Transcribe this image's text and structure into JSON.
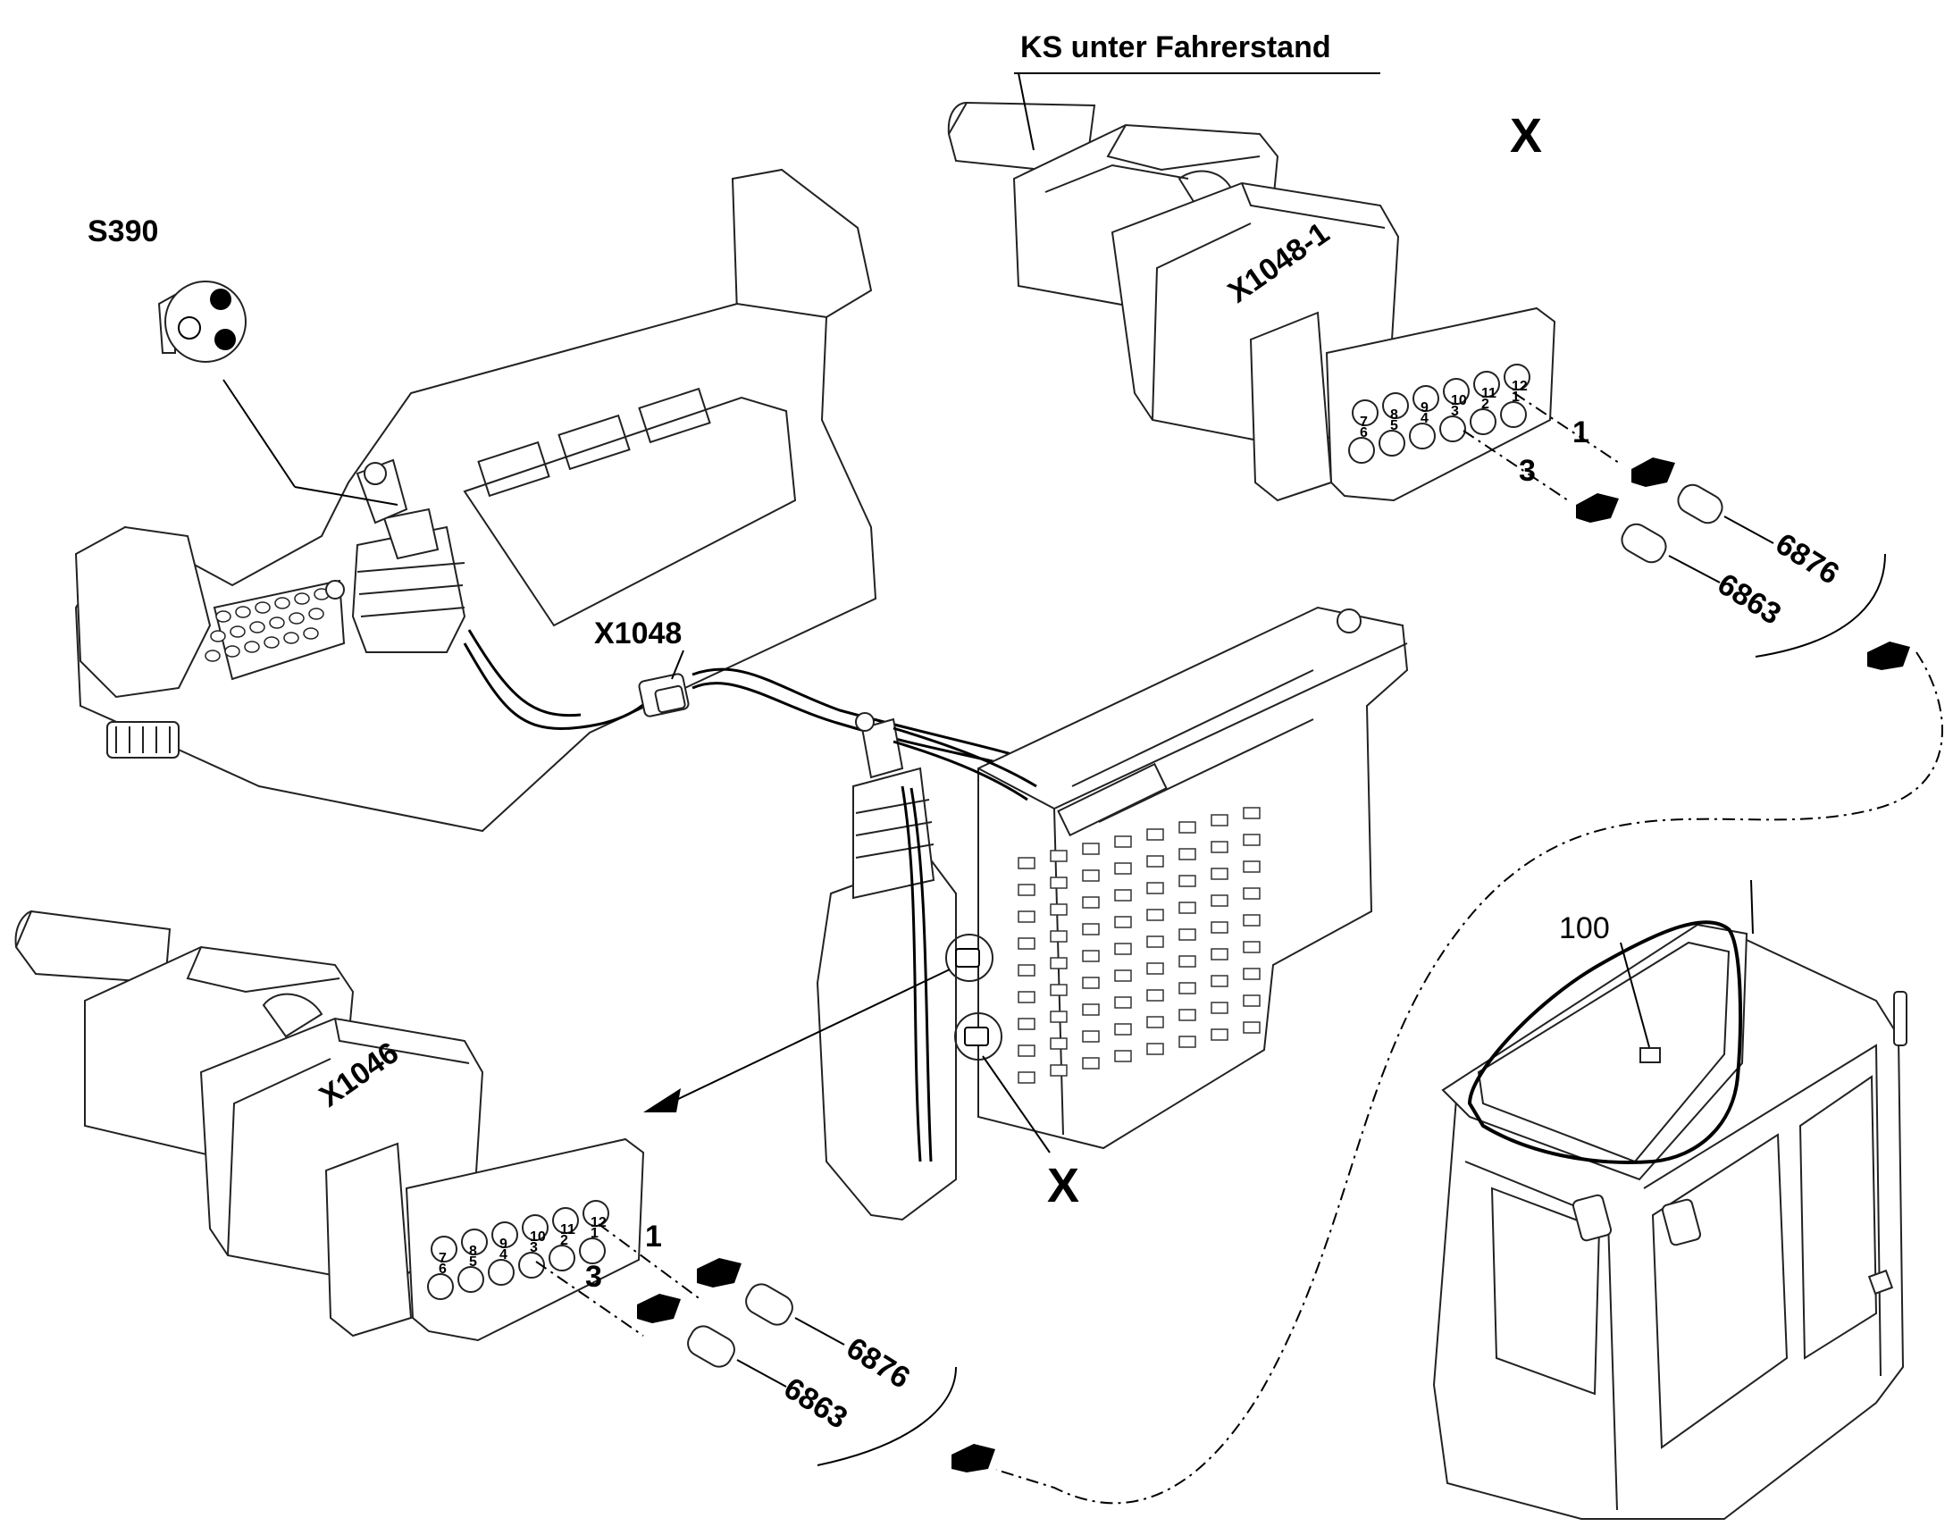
{
  "labels": {
    "ks_unter_fahrerstand": "KS unter Fahrerstand",
    "x_top": "X",
    "x_bottom": "X",
    "s390": "S390",
    "x1048": "X1048",
    "x1048_1": "X1048-1",
    "x1046": "X1046",
    "item_100": "100"
  },
  "connector_top": {
    "pin_callouts": [
      "1",
      "3"
    ],
    "part_numbers": [
      "6876",
      "6863"
    ],
    "pin_labels": [
      "7\n6",
      "8\n5",
      "9\n4",
      "10\n3",
      "11\n2",
      "12\n1"
    ]
  },
  "connector_bottom": {
    "pin_callouts": [
      "1",
      "3"
    ],
    "part_numbers": [
      "6876",
      "6863"
    ],
    "pin_labels": [
      "7\n6",
      "8\n5",
      "9\n4",
      "10\n3",
      "11\n2",
      "12\n1"
    ]
  },
  "colors": {
    "ink": "#000000",
    "paper": "#ffffff"
  }
}
